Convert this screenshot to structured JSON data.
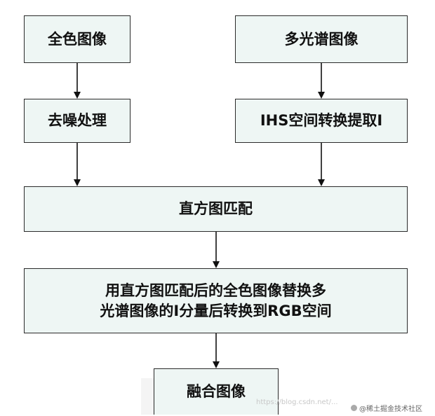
{
  "diagram": {
    "nodes": [
      {
        "id": "pan",
        "label": "全色图像"
      },
      {
        "id": "ms",
        "label": "多光谱图像"
      },
      {
        "id": "denoise",
        "label": "去噪处理"
      },
      {
        "id": "ihs",
        "label": "IHS空间转换提取I"
      },
      {
        "id": "histmatch",
        "label": "直方图匹配"
      },
      {
        "id": "replace",
        "label_line1": "用直方图匹配后的全色图像替换多",
        "label_line2": "光谱图像的I分量后转换到RGB空间"
      },
      {
        "id": "fused",
        "label": "融合图像"
      }
    ],
    "edges": [
      [
        "pan",
        "denoise"
      ],
      [
        "ms",
        "ihs"
      ],
      [
        "denoise",
        "histmatch"
      ],
      [
        "ihs",
        "histmatch"
      ],
      [
        "histmatch",
        "replace"
      ],
      [
        "replace",
        "fused"
      ]
    ]
  },
  "watermark": {
    "url": "https://blog.csdn.net/...",
    "site": "@稀土掘金技术社区"
  }
}
